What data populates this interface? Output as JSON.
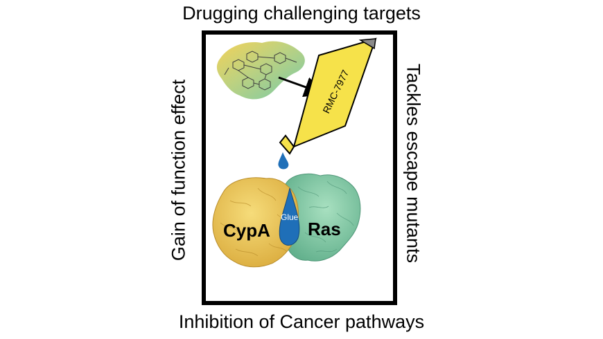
{
  "captions": {
    "top": "Drugging challenging targets",
    "bottom": "Inhibition of Cancer pathways",
    "left": "Gain of function effect",
    "right": "Tackles escape mutants"
  },
  "tube": {
    "label": "RMC-7977",
    "color": "#f6e24a"
  },
  "proteins": {
    "cypa": {
      "label": "CypA",
      "color": "#eec95a"
    },
    "ras": {
      "label": "Ras",
      "color": "#8fd0ad"
    },
    "glue": {
      "label": "Glue",
      "color": "#1f6fb8"
    }
  }
}
